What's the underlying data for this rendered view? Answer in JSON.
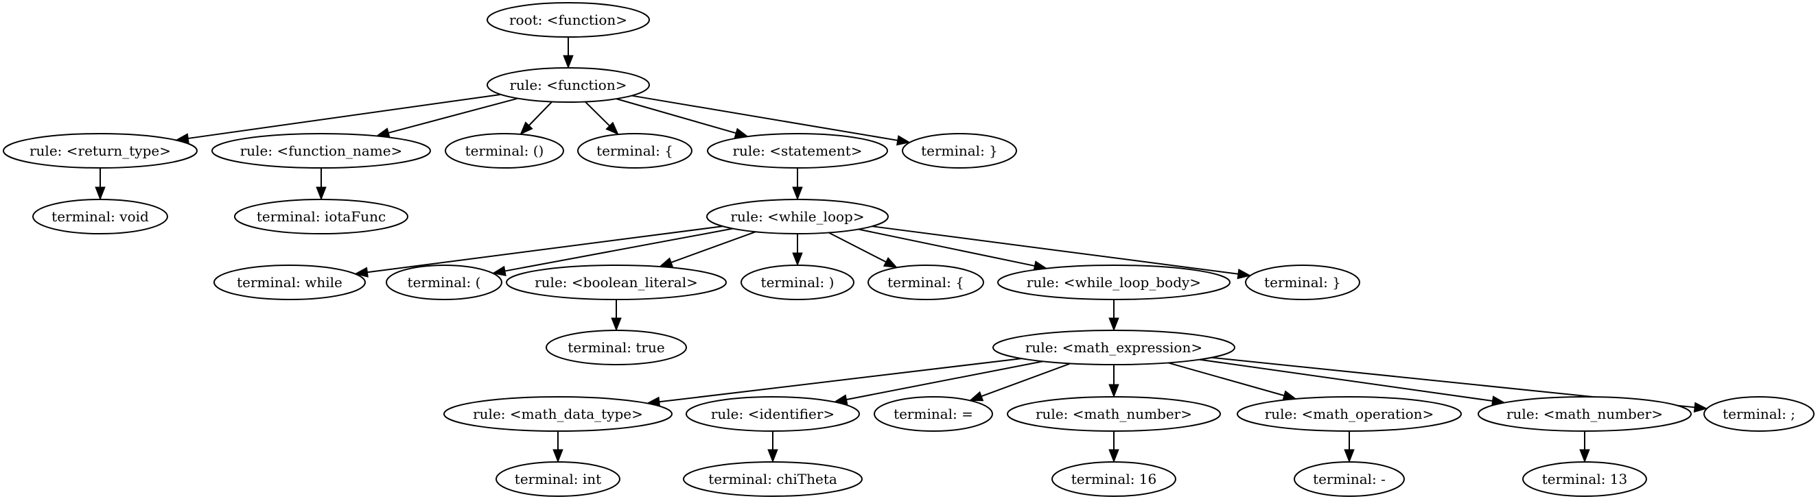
{
  "diagram": {
    "type": "parse-tree",
    "nodes": [
      {
        "id": "n0",
        "label": "root: <function>"
      },
      {
        "id": "n1",
        "label": "rule: <function>"
      },
      {
        "id": "n2",
        "label": "rule: <return_type>"
      },
      {
        "id": "n3",
        "label": "rule: <function_name>"
      },
      {
        "id": "n4",
        "label": "terminal: ()"
      },
      {
        "id": "n5",
        "label": "terminal: {"
      },
      {
        "id": "n6",
        "label": "rule: <statement>"
      },
      {
        "id": "n7",
        "label": "terminal: }"
      },
      {
        "id": "n8",
        "label": "terminal: void"
      },
      {
        "id": "n9",
        "label": "terminal: iotaFunc"
      },
      {
        "id": "n10",
        "label": "rule: <while_loop>"
      },
      {
        "id": "n11",
        "label": "terminal: while"
      },
      {
        "id": "n12",
        "label": "terminal: ("
      },
      {
        "id": "n13",
        "label": "rule: <boolean_literal>"
      },
      {
        "id": "n14",
        "label": "terminal: )"
      },
      {
        "id": "n15",
        "label": "terminal: {"
      },
      {
        "id": "n16",
        "label": "rule: <while_loop_body>"
      },
      {
        "id": "n17",
        "label": "terminal: }"
      },
      {
        "id": "n18",
        "label": "terminal: true"
      },
      {
        "id": "n19",
        "label": "rule: <math_expression>"
      },
      {
        "id": "n20",
        "label": "rule: <math_data_type>"
      },
      {
        "id": "n21",
        "label": "rule: <identifier>"
      },
      {
        "id": "n22",
        "label": "terminal: ="
      },
      {
        "id": "n23",
        "label": "rule: <math_number>"
      },
      {
        "id": "n24",
        "label": "rule: <math_operation>"
      },
      {
        "id": "n25",
        "label": "rule: <math_number>"
      },
      {
        "id": "n26",
        "label": "terminal: ;"
      },
      {
        "id": "n27",
        "label": "terminal: int"
      },
      {
        "id": "n28",
        "label": "terminal: chiTheta"
      },
      {
        "id": "n29",
        "label": "terminal: 16"
      },
      {
        "id": "n30",
        "label": "terminal: -"
      },
      {
        "id": "n31",
        "label": "terminal: 13"
      }
    ],
    "edges": [
      [
        "n0",
        "n1"
      ],
      [
        "n1",
        "n2"
      ],
      [
        "n1",
        "n3"
      ],
      [
        "n1",
        "n4"
      ],
      [
        "n1",
        "n5"
      ],
      [
        "n1",
        "n6"
      ],
      [
        "n1",
        "n7"
      ],
      [
        "n2",
        "n8"
      ],
      [
        "n3",
        "n9"
      ],
      [
        "n6",
        "n10"
      ],
      [
        "n10",
        "n11"
      ],
      [
        "n10",
        "n12"
      ],
      [
        "n10",
        "n13"
      ],
      [
        "n10",
        "n14"
      ],
      [
        "n10",
        "n15"
      ],
      [
        "n10",
        "n16"
      ],
      [
        "n10",
        "n17"
      ],
      [
        "n13",
        "n18"
      ],
      [
        "n16",
        "n19"
      ],
      [
        "n19",
        "n20"
      ],
      [
        "n19",
        "n21"
      ],
      [
        "n19",
        "n22"
      ],
      [
        "n19",
        "n23"
      ],
      [
        "n19",
        "n24"
      ],
      [
        "n19",
        "n25"
      ],
      [
        "n19",
        "n26"
      ],
      [
        "n20",
        "n27"
      ],
      [
        "n21",
        "n28"
      ],
      [
        "n23",
        "n29"
      ],
      [
        "n24",
        "n30"
      ],
      [
        "n25",
        "n31"
      ]
    ]
  }
}
